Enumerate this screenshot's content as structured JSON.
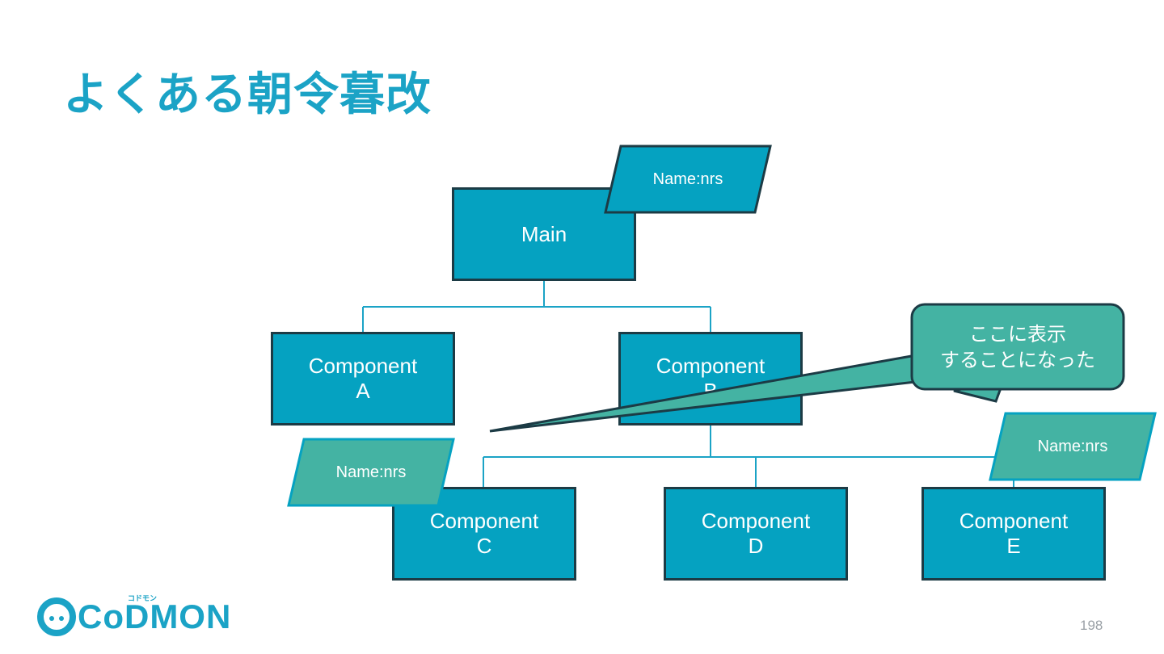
{
  "slide": {
    "title": "よくある朝令暮改",
    "page_number": "198"
  },
  "diagram": {
    "main": "Main",
    "component_a": [
      "Component",
      "A"
    ],
    "component_b": [
      "Component",
      "B"
    ],
    "component_c": [
      "Component",
      "C"
    ],
    "component_d": [
      "Component",
      "D"
    ],
    "component_e": [
      "Component",
      "E"
    ],
    "name_tags": [
      "Name:nrs",
      "Name:nrs",
      "Name:nrs"
    ],
    "callout": [
      "ここに表示",
      "することになった"
    ],
    "colors": {
      "box_fill": "#05a2c1",
      "box_border": "#1c3b45",
      "tag_blue": "#05a2c1",
      "tag_green": "#44b3a3",
      "connector": "#1ba3c6"
    }
  },
  "logo": {
    "text": "CoDMON",
    "small_text": "コドモン"
  }
}
